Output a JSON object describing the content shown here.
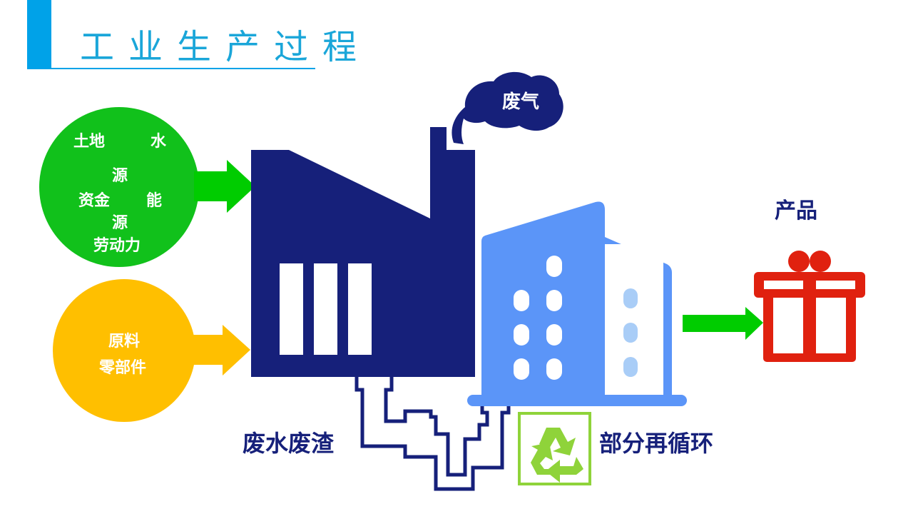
{
  "title": "工业生产过程",
  "colors": {
    "accent": "#00a2e8",
    "title_text": "#1aa6d9",
    "navy": "#16207a",
    "light_blue": "#5b95f8",
    "window_light": "#a9cdf7",
    "green_circle": "#11c11b",
    "arrow_green": "#00cc00",
    "yellow_circle": "#ffbf00",
    "gift_red": "#e0210f",
    "recycle_green": "#8fd33a"
  },
  "inputs": {
    "resources": {
      "line1_left": "土地",
      "line1_right": "水",
      "line2": "源",
      "line3_left": "资金",
      "line3_right": "能",
      "line4": "源",
      "line5": "劳动力"
    },
    "materials": {
      "line1": "原料",
      "line2": "零部件"
    }
  },
  "outputs": {
    "exhaust": "废气",
    "product": "产品",
    "waste": "废水废渣",
    "recycle": "部分再循环"
  },
  "icons": {
    "product": "gift-icon",
    "recycle": "recycle-icon",
    "factory": "factory-icon",
    "building": "office-building-icon",
    "pipe": "drain-pipe-icon",
    "smoke": "smoke-cloud-icon"
  }
}
